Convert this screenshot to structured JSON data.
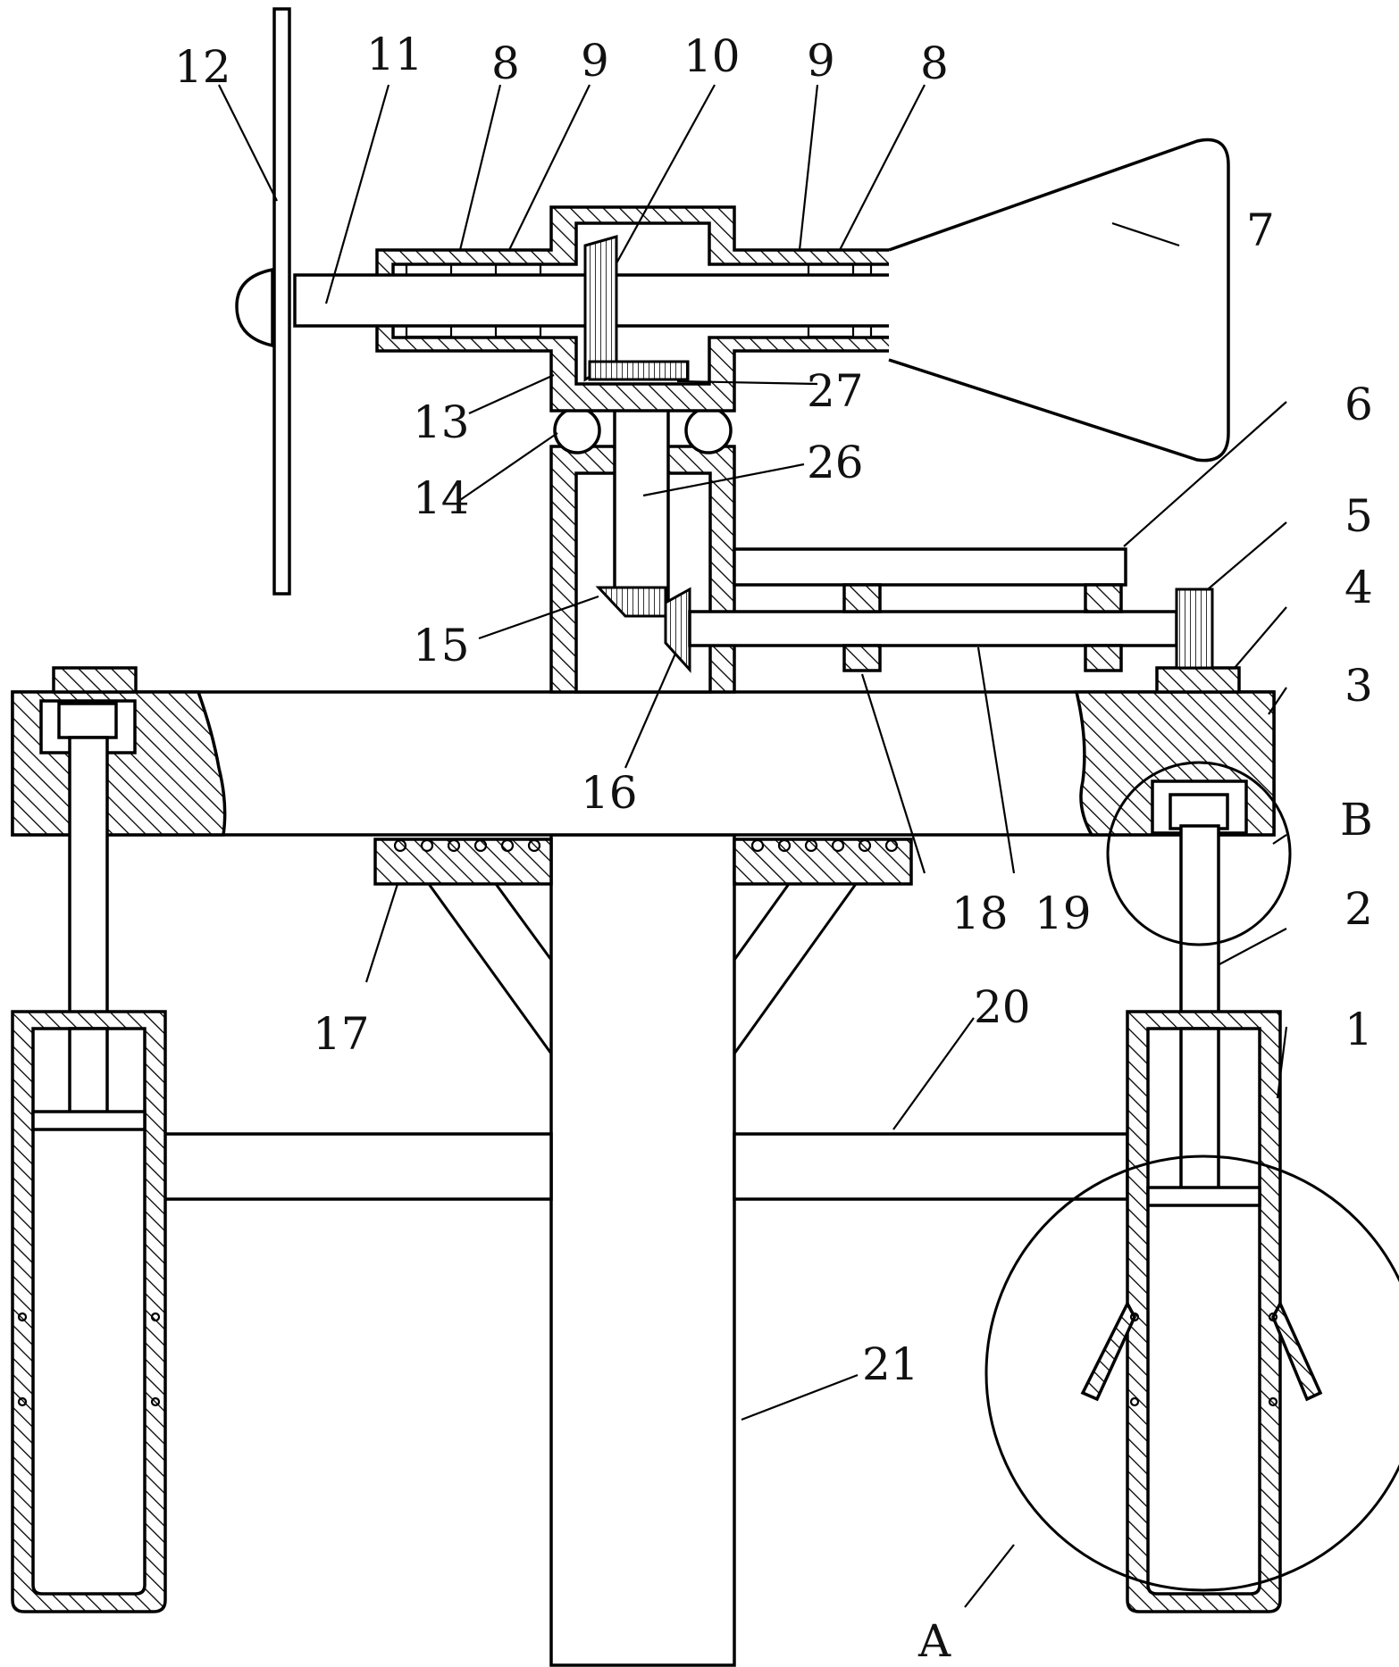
{
  "diagram": {
    "background": "#ffffff",
    "ink": "#000000",
    "labels": {
      "l1": "1",
      "l2": "2",
      "l3": "3",
      "l4": "4",
      "l5": "5",
      "l6": "6",
      "l7": "7",
      "l8a": "8",
      "l8b": "8",
      "l9a": "9",
      "l9b": "9",
      "l10": "10",
      "l11": "11",
      "l12": "12",
      "l13": "13",
      "l14": "14",
      "l15": "15",
      "l16": "16",
      "l17": "17",
      "l18": "18",
      "l19": "19",
      "l20": "20",
      "l21": "21",
      "l26": "26",
      "l27": "27",
      "lA": "A",
      "lB": "B"
    }
  }
}
